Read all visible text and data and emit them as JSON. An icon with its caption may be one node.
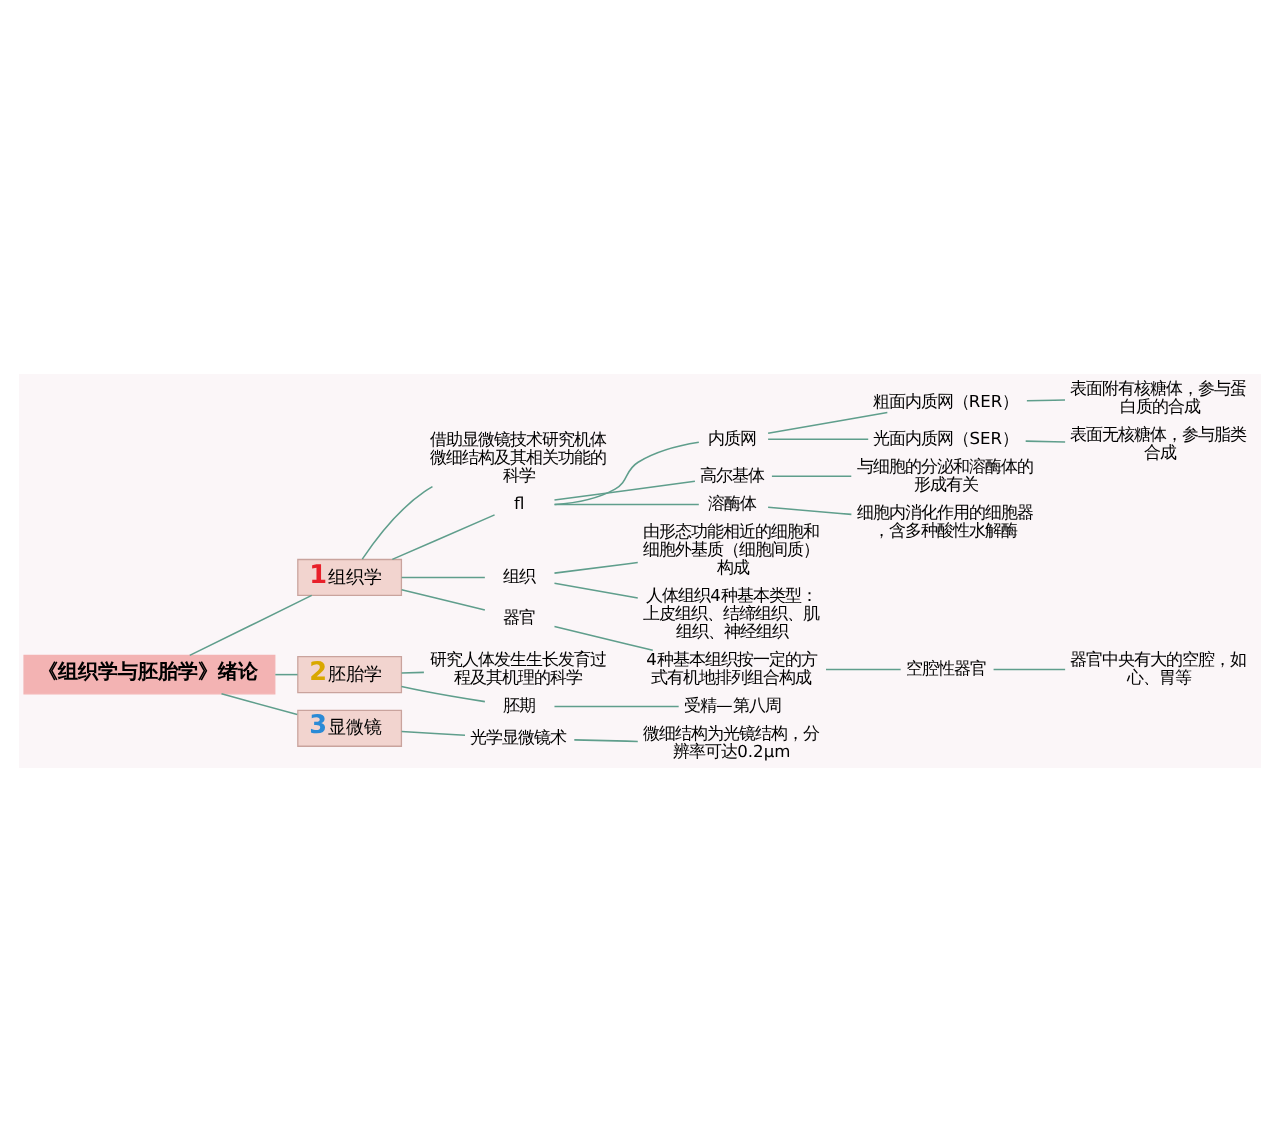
{
  "diagram": {
    "nodes": [
      {
        "text": [
          "《组织学与胚胎学》绪论"
        ]
      },
      {
        "text": [
          "1",
          "组织学"
        ]
      },
      {
        "text": [
          "借助显微镜技术研究机体微细结构及其相关功能的科学"
        ]
      },
      {
        "text": [
          "fl"
        ]
      },
      {
        "text": [
          "内质网"
        ]
      },
      {
        "text": [
          "粗面内质网（RER）"
        ]
      },
      {
        "text": [
          "表面附有核糖体，参与蛋白质的合成"
        ]
      },
      {
        "text": [
          "光面内质网（SER）"
        ]
      },
      {
        "text": [
          "表面无核糖体，参与脂类合成"
        ]
      },
      {
        "text": [
          "高尔基体"
        ]
      },
      {
        "text": [
          "与细胞的分泌和溶酶体的形成有关"
        ]
      },
      {
        "text": [
          "溶酶体"
        ]
      },
      {
        "text": [
          "细胞内消化作用的细胞器，含多种酸性水解酶"
        ]
      },
      {
        "text": [
          "组织"
        ]
      },
      {
        "text": [
          "由形态功能相近的细胞和细胞外基质（细胞间质）构成"
        ]
      },
      {
        "text": [
          "人体组织4种基本类型：上皮组织、结缔组织、肌组织、神经组织"
        ]
      },
      {
        "text": [
          "器官"
        ]
      },
      {
        "text": [
          "4种基本组织按一定的方式有机地排列组合构成"
        ]
      },
      {
        "text": [
          "空腔性器官"
        ]
      },
      {
        "text": [
          "器官中央有大的空腔，如心、胃等"
        ]
      },
      {
        "text": [
          "2",
          "胚胎学"
        ]
      },
      {
        "text": [
          "研究人体发生生长发育过程及其机理的科学"
        ]
      },
      {
        "text": [
          "胚期"
        ]
      },
      {
        "text": [
          "受精—第八周"
        ]
      },
      {
        "text": [
          "3",
          "显微镜"
        ]
      },
      {
        "text": [
          "光学显微镜术"
        ]
      },
      {
        "text": [
          "微细结构为光镜结构，分辨率可达0.2μm"
        ]
      }
    ],
    "edges": [
      {
        "from": 0,
        "to": 1,
        "arrow": "none"
      },
      {
        "from": 1,
        "to": 2,
        "arrow": "none"
      },
      {
        "from": 1,
        "to": 3,
        "arrow": "none"
      },
      {
        "from": 3,
        "to": 4,
        "arrow": "none"
      },
      {
        "from": 4,
        "to": 5,
        "arrow": "none"
      },
      {
        "from": 5,
        "to": 6,
        "arrow": "none"
      },
      {
        "from": 4,
        "to": 7,
        "arrow": "none"
      },
      {
        "from": 7,
        "to": 8,
        "arrow": "none"
      },
      {
        "from": 3,
        "to": 9,
        "arrow": "none"
      },
      {
        "from": 9,
        "to": 10,
        "arrow": "none"
      },
      {
        "from": 3,
        "to": 11,
        "arrow": "none"
      },
      {
        "from": 11,
        "to": 12,
        "arrow": "none"
      },
      {
        "from": 1,
        "to": 13,
        "arrow": "none"
      },
      {
        "from": 13,
        "to": 14,
        "arrow": "none"
      },
      {
        "from": 13,
        "to": 15,
        "arrow": "none"
      },
      {
        "from": 1,
        "to": 16,
        "arrow": "none"
      },
      {
        "from": 16,
        "to": 17,
        "arrow": "none"
      },
      {
        "from": 17,
        "to": 18,
        "arrow": "none"
      },
      {
        "from": 18,
        "to": 19,
        "arrow": "none"
      },
      {
        "from": 0,
        "to": 20,
        "arrow": "none"
      },
      {
        "from": 20,
        "to": 21,
        "arrow": "none"
      },
      {
        "from": 20,
        "to": 22,
        "arrow": "none"
      },
      {
        "from": 22,
        "to": 23,
        "arrow": "none"
      },
      {
        "from": 0,
        "to": 24,
        "arrow": "none"
      },
      {
        "from": 24,
        "to": 25,
        "arrow": "none"
      },
      {
        "from": 25,
        "to": 26,
        "arrow": "none"
      }
    ]
  }
}
